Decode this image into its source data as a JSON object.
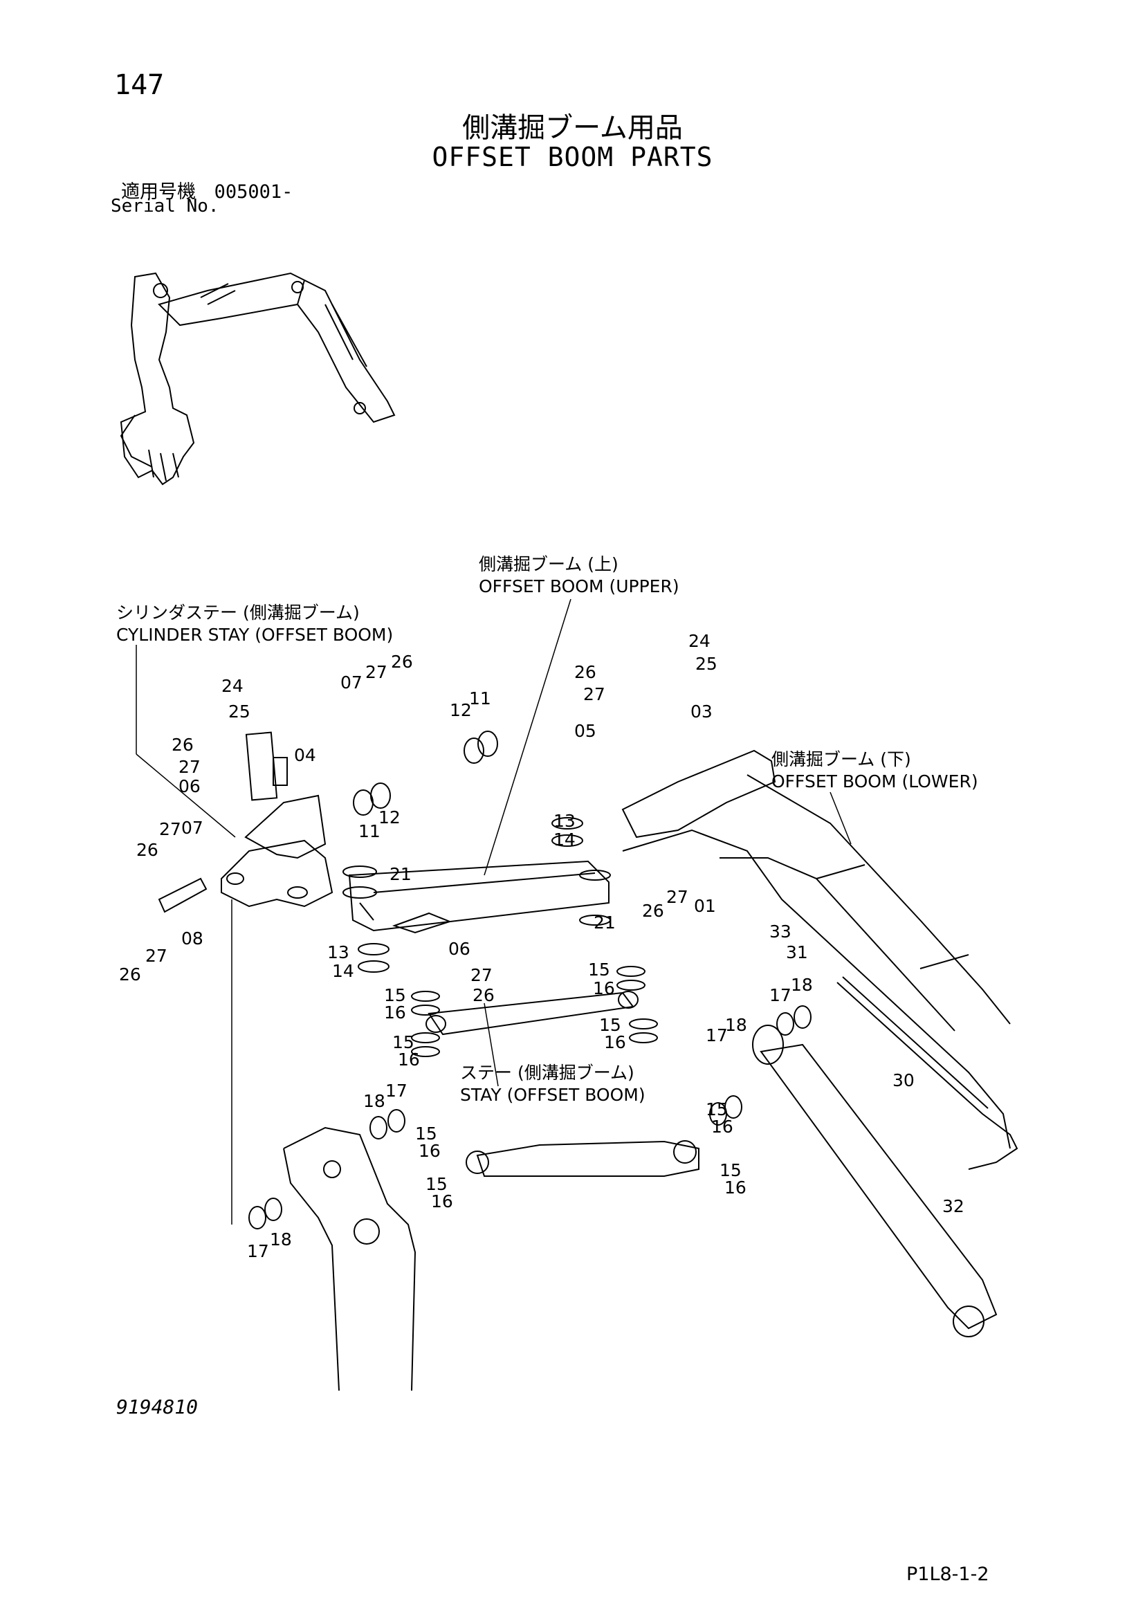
{
  "header": {
    "page_number": "147",
    "title_jp": "側溝掘ブーム用品",
    "title_en": "OFFSET BOOM PARTS",
    "serial_label_jp": "適用号機",
    "serial_value": "005001-",
    "serial_label_en": "Serial No."
  },
  "callouts": {
    "offset_boom_upper_jp": "側溝掘ブーム (上)",
    "offset_boom_upper_en": "OFFSET   BOOM (UPPER)",
    "cylinder_stay_jp": "シリンダステー (側溝掘ブーム)",
    "cylinder_stay_en": "CYLINDER  STAY (OFFSET BOOM)",
    "offset_boom_lower_jp": "側溝掘ブーム (下)",
    "offset_boom_lower_en": "OFFSET   BOOM (LOWER)",
    "stay_jp": "ステー (側溝掘ブーム)",
    "stay_en": "STAY (OFFSET BOOM)"
  },
  "part_numbers": [
    "24",
    "25",
    "26",
    "27",
    "07",
    "04",
    "06",
    "11",
    "12",
    "21",
    "08",
    "13",
    "14",
    "05",
    "03",
    "01",
    "33",
    "31",
    "15",
    "16",
    "17",
    "18",
    "30",
    "32"
  ],
  "footer": {
    "figure_code": "9194810",
    "page_code": "P1L8-1-2"
  }
}
